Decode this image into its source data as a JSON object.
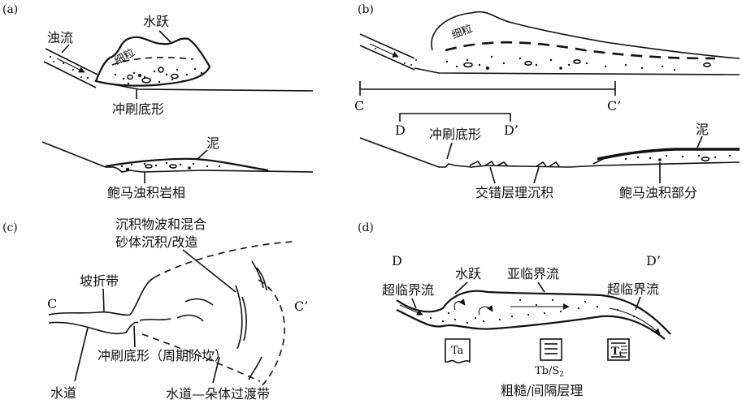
{
  "panels": {
    "a": {
      "label": "(a)",
      "turbidity_current": "浊流",
      "hydraulic_jump": "水跃",
      "fine_grained": "细粒",
      "scour_bedform": "冲刷底形",
      "mud": "泥",
      "bouma_facies": "鲍马浊积岩相"
    },
    "b": {
      "label": "(b)",
      "fine_grained": "细粒",
      "c_left": "C",
      "c_right": "C’",
      "d_left": "D",
      "d_right": "D’",
      "scour_bedform": "冲刷底形",
      "mud": "泥",
      "cross_bedded": "交错层理沉积",
      "bouma_part": "鲍马浊积部分"
    },
    "c": {
      "label": "(c)",
      "reworking_line1": "沉积物波和混合",
      "reworking_line2": "砂体沉积/改造",
      "slope_break": "坡折带",
      "c_left": "C",
      "c_right": "C’",
      "scour_cyclic": "冲刷底形（周期阶坎）",
      "channel": "水道",
      "transition": "水道—朵体过渡带"
    },
    "d": {
      "label": "(d)",
      "d_left": "D",
      "d_right": "D’",
      "supercritical_left": "超临界流",
      "hydraulic_jump": "水跃",
      "subcritical": "亚临界流",
      "supercritical_right": "超临界流",
      "ta": "Ta",
      "tb_prefix": "Tb/S",
      "tb_sub": "2",
      "tt": "T",
      "tt_sub": "t",
      "coarse_interbedded": "粗糙/间隔层理"
    }
  }
}
